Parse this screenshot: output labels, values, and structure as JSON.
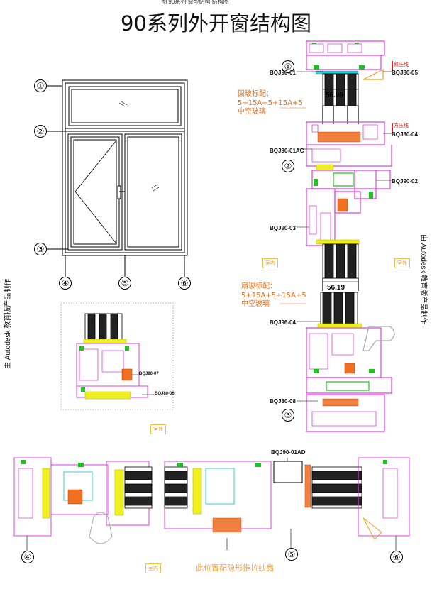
{
  "header": {
    "top_strip": "图 90系列 窗型结构 结构图",
    "title": "90系列外开窗结构图"
  },
  "left_margin_text": "由 Autodesk 教育版产品制作",
  "right_margin_text": "由 Autodesk 教育版产品制作",
  "elevation": {
    "markers": [
      "①",
      "②",
      "③",
      "④",
      "⑤",
      "⑥"
    ]
  },
  "right_section": {
    "codes": [
      "BQJ90-01",
      "BQJ80-05",
      "BQJ90-01AC",
      "BQJ80-04",
      "BQJ90-02",
      "BQJ90-03",
      "BQJ96-04",
      "BQJ80-08"
    ],
    "slanted_bead": "斜压线",
    "square_bead": "方压线",
    "fixed_glass_title": "固玻标配：",
    "fixed_glass_spec": "5+15A+5+15A+5",
    "fixed_glass_type": "中空玻璃",
    "sash_glass_title": "扇玻标配：",
    "sash_glass_spec": "5+15A+5+15A+5",
    "sash_glass_type": "中空玻璃",
    "dim_top": "56.99",
    "dim_bottom": "56.19",
    "room_left": "室内",
    "room_right": "室外",
    "markers": [
      "①",
      "②",
      "③"
    ]
  },
  "mid_detail": {
    "codes": [
      "BQJ80-07",
      "BQJ80-06"
    ],
    "room": "室外"
  },
  "bottom_section": {
    "code": "BQJ90-01AD",
    "room": "室内",
    "note": "此位置配隐形推拉纱扇",
    "markers": [
      "④",
      "⑤",
      "⑥"
    ]
  },
  "colors": {
    "magenta": "#e040e0",
    "green": "#20c020",
    "yellow": "#f0f020",
    "orange": "#f07020",
    "cyan": "#30d0d0"
  }
}
